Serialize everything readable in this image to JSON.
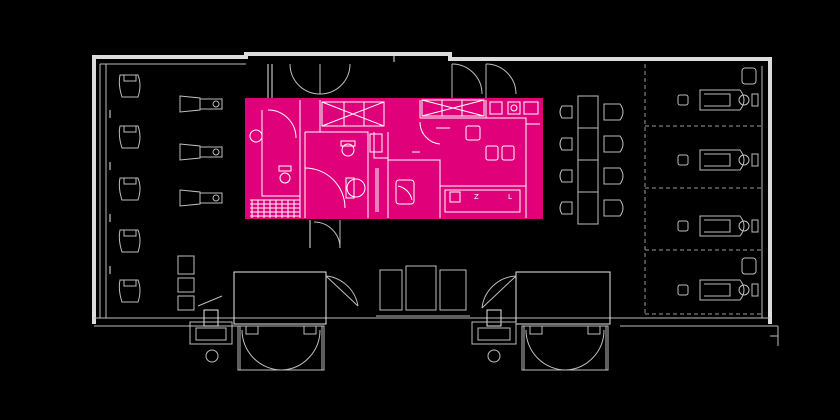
{
  "diagram": {
    "type": "floor-plan",
    "colors": {
      "background": "#000000",
      "lines": "#e8e8e8",
      "service_core": "#e0007a"
    },
    "core_labels": [
      "Z",
      "L"
    ]
  }
}
